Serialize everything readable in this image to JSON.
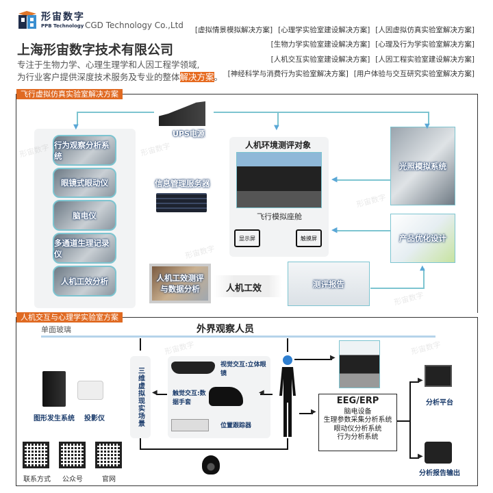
{
  "header": {
    "brand_cn": "形宙数字",
    "brand_en": "PPB Technology",
    "company_en": "CGD Technology Co.,Ltd",
    "title": "上海形宙数字技术有限公司",
    "desc_line1": "专注于生物力学、心理生理学和人因工程学领域,",
    "desc_line2_prefix": "为行业客户提供深度技术服务及专业的整体",
    "desc_line2_highlight": "解决方案",
    "desc_line2_suffix": "。",
    "tags": [
      [
        "[虚拟情景模拟解决方案]",
        "[心理学实验室建设解决方案]",
        "[人因虚拟仿真实验室解决方案]"
      ],
      [
        "[生物力学实验室建设解决方案]",
        "[心理及行为学实验室解决方案]"
      ],
      [
        "[人机交互实验室建设解决方案]",
        "[人因工程实验室建设解决方案]"
      ],
      [
        "[神经科学与消费行为实验室解决方案]",
        "[用户体验与交互研究实验室解决方案]"
      ]
    ]
  },
  "section1": {
    "title": "飞行虚拟仿真实验室解决方案",
    "ups": "UPS电源",
    "left_cards": [
      "行为观察分析系统",
      "眼镜式眼动仪",
      "脑电仪",
      "多通道生理记录仪",
      "人机工效分析"
    ],
    "server": "信息管理服务器",
    "target_title": "人机环境测评对象",
    "cockpit": "飞行模拟座舱",
    "display": "显示屏",
    "touch": "触摸屏",
    "lighting": "光照模拟系统",
    "product": "产品优化设计",
    "laptop": "人机工效测评与数据分析",
    "ergonomics": "人机工效",
    "report": "测评报告"
  },
  "section2": {
    "title": "人机交互与心理学实验室方案",
    "glass": "单面玻璃",
    "observers": "外界观察人员",
    "graphics": "图形发生系统",
    "projector": "投影仪",
    "vr_scene": "三维虚拟现实场景",
    "glasses": "视觉交互:立体眼镜",
    "glove": "触觉交互:数据手套",
    "tracker": "位置跟踪器",
    "eeg_title": "EEG/ERP",
    "eeg_items": [
      "脑电设备",
      "生理参数采集分析系统",
      "眼动仪分析系统",
      "行为分析系统"
    ],
    "platform": "分析平台",
    "report_out": "分析报告输出",
    "qr_labels": [
      "联系方式",
      "公众号",
      "官网"
    ]
  },
  "watermark": "形宙数字",
  "colors": {
    "accent": "#e06a22",
    "line": "#7cc4d0",
    "brand": "#1f2d4a"
  }
}
